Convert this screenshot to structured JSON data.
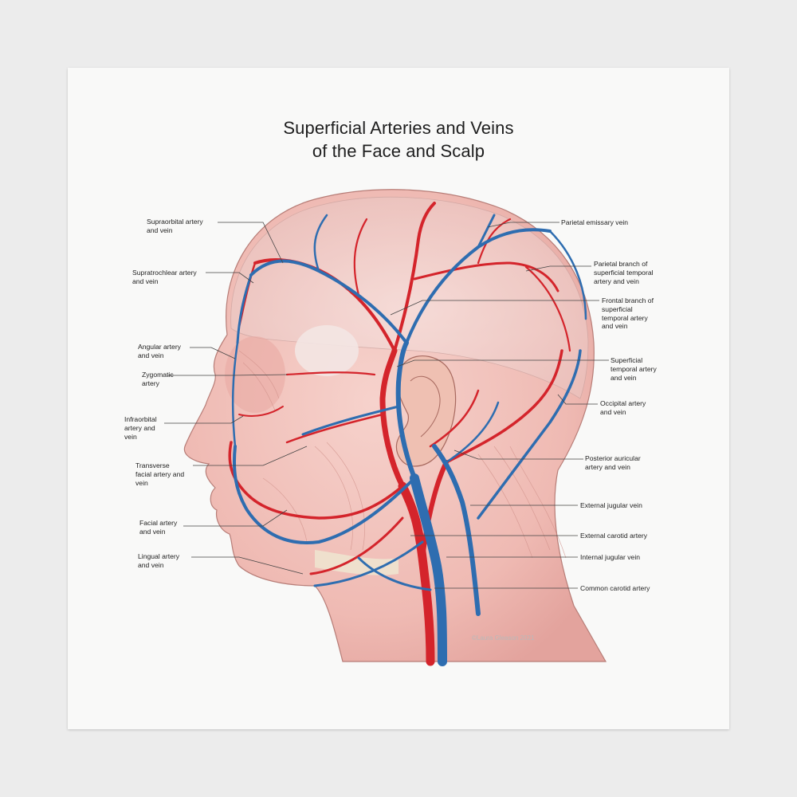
{
  "title": {
    "line1": "Superficial Arteries and Veins",
    "line2": "of the Face and Scalp"
  },
  "labels_left": [
    {
      "id": "supraorbital",
      "lines": [
        "Supraorbital artery",
        "and vein"
      ]
    },
    {
      "id": "supratrochlear",
      "lines": [
        "Supratrochlear artery",
        "and vein"
      ]
    },
    {
      "id": "angular",
      "lines": [
        "Angular artery",
        "and vein"
      ]
    },
    {
      "id": "zygomatic",
      "lines": [
        "Zygomatic",
        "artery"
      ]
    },
    {
      "id": "infraorbital",
      "lines": [
        "Infraorbital",
        "artery and",
        "vein"
      ]
    },
    {
      "id": "transverse-facial",
      "lines": [
        "Transverse",
        "facial artery and",
        "vein"
      ]
    },
    {
      "id": "facial",
      "lines": [
        "Facial artery",
        "and vein"
      ]
    },
    {
      "id": "lingual",
      "lines": [
        "Lingual artery",
        "and vein"
      ]
    }
  ],
  "labels_right": [
    {
      "id": "parietal-emissary",
      "lines": [
        "Parietal emissary vein"
      ]
    },
    {
      "id": "parietal-branch",
      "lines": [
        "Parietal branch of",
        "superficial temporal",
        "artery and vein"
      ]
    },
    {
      "id": "frontal-branch",
      "lines": [
        "Frontal branch of",
        "superficial",
        "temporal artery",
        "and vein"
      ]
    },
    {
      "id": "superficial-temporal",
      "lines": [
        "Superficial",
        "temporal artery",
        "and vein"
      ]
    },
    {
      "id": "occipital",
      "lines": [
        "Occipital artery",
        "and vein"
      ]
    },
    {
      "id": "posterior-auricular",
      "lines": [
        "Posterior auricular",
        "artery and vein"
      ]
    },
    {
      "id": "external-jugular",
      "lines": [
        "External jugular vein"
      ]
    },
    {
      "id": "external-carotid",
      "lines": [
        "External carotid artery"
      ]
    },
    {
      "id": "internal-jugular",
      "lines": [
        "Internal jugular vein"
      ]
    },
    {
      "id": "common-carotid",
      "lines": [
        "Common carotid artery"
      ]
    }
  ],
  "credit": "©Laura Gleason 2021",
  "colors": {
    "artery": "#d4242b",
    "vein": "#2e6db0",
    "skin": "#f2c3bd",
    "muscle": "#e2a29c",
    "paper": "#f9f9f8",
    "leader": "#444444"
  }
}
